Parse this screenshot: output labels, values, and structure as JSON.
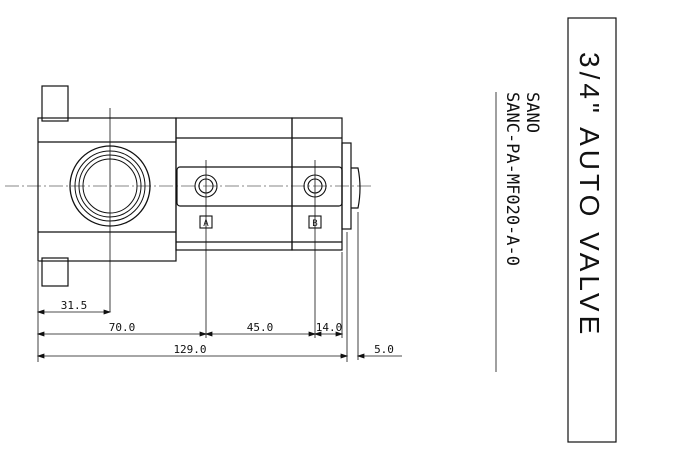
{
  "dimensions": {
    "d_31_5": "31.5",
    "d_70": "70.0",
    "d_45": "45.0",
    "d_14": "14.0",
    "d_129": "129.0",
    "d_5": "5.0"
  },
  "model": {
    "line1": "SANO",
    "line2": "SANC-PA-MF020-A-0"
  },
  "title_box": {
    "text": "3/4\" AUTO VALVE"
  },
  "port_markers": {
    "left": "A",
    "right": "B"
  },
  "colors": {
    "ink": "#111111",
    "background": "#ffffff"
  }
}
